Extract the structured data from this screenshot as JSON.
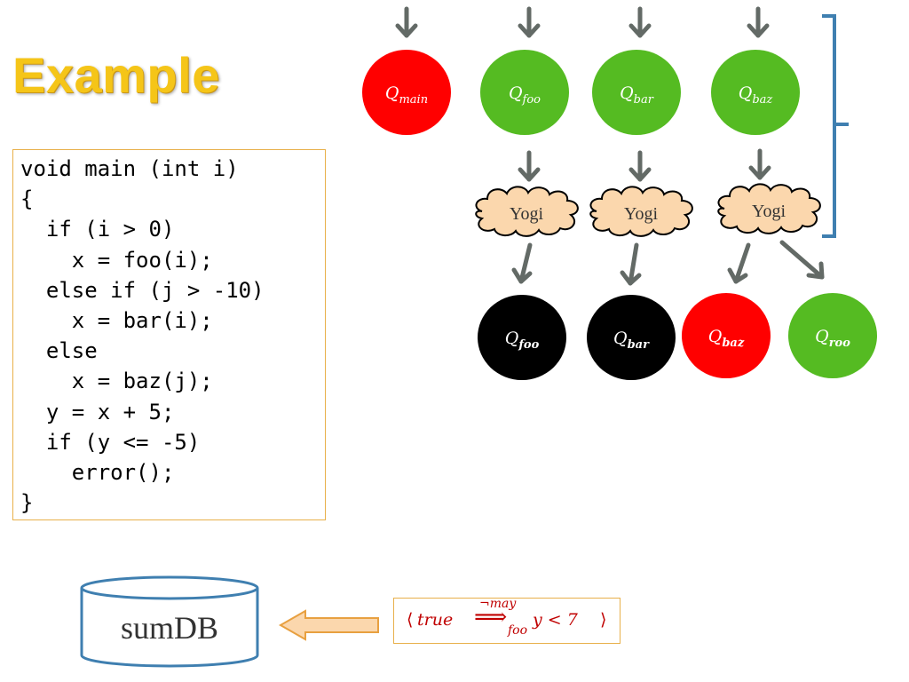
{
  "title": "Example",
  "code_lines": [
    "void main (int i)",
    "{",
    "  if (i > 0)",
    "    x = foo(i);",
    "  else if (j > -10)",
    "    x = bar(i);",
    "  else",
    "    x = baz(j);",
    "  y = x + 5;",
    "  if (y <= -5)",
    "    error();",
    "}"
  ],
  "top_nodes": [
    {
      "q": "Q",
      "sub": "main",
      "color": "#ff0000"
    },
    {
      "q": "Q",
      "sub": "foo",
      "color": "#55bb22"
    },
    {
      "q": "Q",
      "sub": "bar",
      "color": "#55bb22"
    },
    {
      "q": "Q",
      "sub": "baz",
      "color": "#55bb22"
    }
  ],
  "cloud_label": "Yogi",
  "bottom_nodes": [
    {
      "q": "Q",
      "sub": "foo",
      "color": "#000000"
    },
    {
      "q": "Q",
      "sub": "bar",
      "color": "#000000"
    },
    {
      "q": "Q",
      "sub": "baz",
      "color": "#ff0000"
    },
    {
      "q": "Q",
      "sub": "roo",
      "color": "#55bb22"
    }
  ],
  "database_label": "sumDB",
  "formula": {
    "open": "⟨",
    "true_text": "true",
    "arrow": "⟹",
    "arrow_over": "¬may",
    "arrow_under": "foo",
    "rhs": "y < 7",
    "close": "⟩"
  },
  "colors": {
    "arrow_gray": "#636a66",
    "bracket_blue": "#3f7fb0",
    "cloud_fill": "#fbd7ad",
    "box_border": "#e8b04a",
    "title": "#f5c518",
    "formula_text": "#c00000"
  }
}
